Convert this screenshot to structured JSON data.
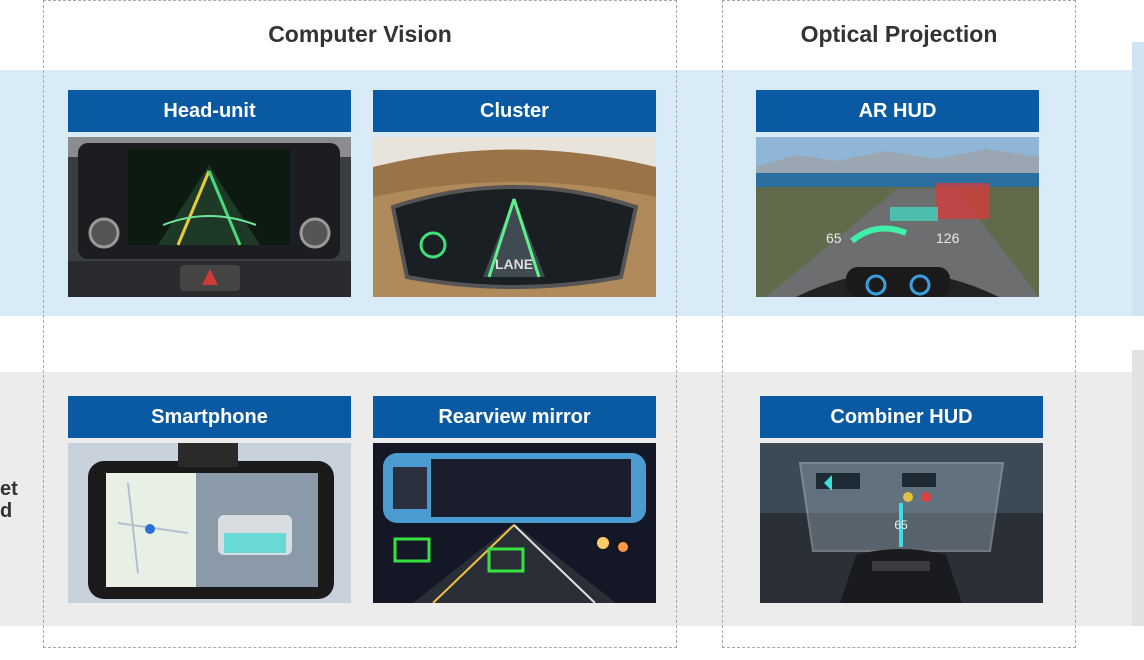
{
  "groups": {
    "computer_vision": "Computer Vision",
    "optical_projection": "Optical Projection"
  },
  "row_labels": {
    "bottom_partial": "et\nd"
  },
  "cards": {
    "head_unit": "Head-unit",
    "cluster": "Cluster",
    "ar_hud": "AR HUD",
    "smartphone": "Smartphone",
    "rearview_mirror": "Rearview mirror",
    "combiner_hud": "Combiner HUD"
  },
  "image_text": {
    "lane": "LANE",
    "speed_left": "65",
    "speed_right": "126",
    "hud_speed": "65"
  },
  "colors": {
    "header_blue": "#0a5aa3",
    "band_blue": "#d9ebf7",
    "band_gray": "#ececec"
  }
}
